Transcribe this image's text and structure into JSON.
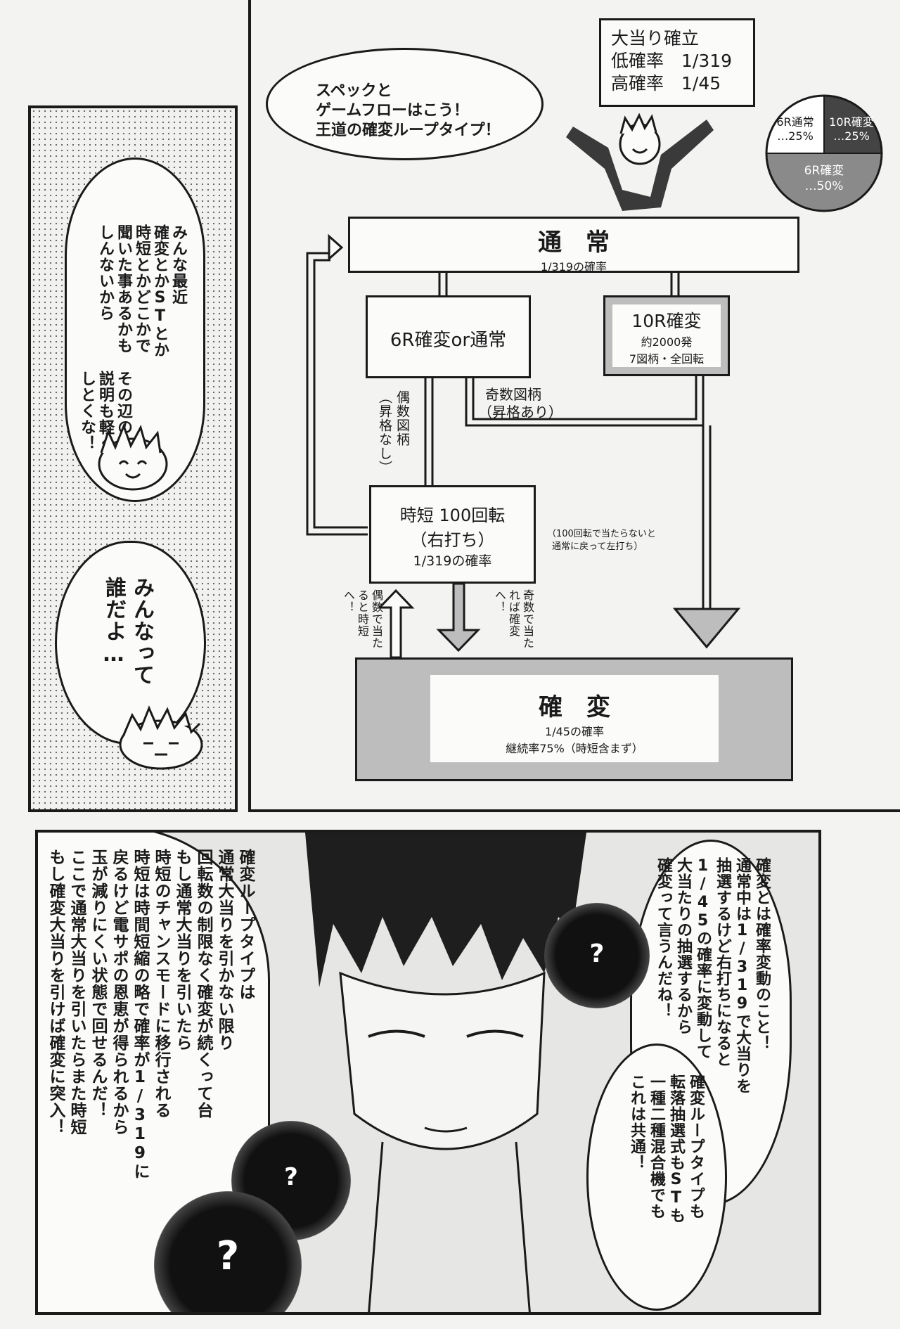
{
  "left_panel": {
    "bubble1_lines": [
      "みんな最近",
      "確変とかSTとか",
      "時短とかどこかで",
      "聞いた事あるかも",
      "しんないから",
      "",
      "その辺の",
      "説明も軽く",
      "しとくな！"
    ],
    "bubble2_lines": [
      "みんなって",
      "誰だよ…"
    ]
  },
  "top_right": {
    "speech_lines": [
      "スペックと",
      "ゲームフローはこう！",
      "王道の確変ループタイプ！"
    ],
    "spec_box": {
      "title": "大当り確立",
      "rows": [
        {
          "label": "低確率",
          "value": "1/319"
        },
        {
          "label": "高確率",
          "value": "1/45"
        }
      ]
    },
    "pie": {
      "slices": [
        {
          "label": "6R通常",
          "value_label": "…25%",
          "value": 25,
          "color": "#ffffff"
        },
        {
          "label": "10R確変",
          "value_label": "…25%",
          "value": 25,
          "color": "#444444"
        },
        {
          "label": "6R確変",
          "value_label": "…50%",
          "value": 50,
          "color": "#8a8a8a"
        }
      ]
    }
  },
  "flow": {
    "normal": {
      "title": "通　常",
      "sub": "1/319の確率"
    },
    "r6": {
      "title": "6R確変or通常"
    },
    "r10": {
      "title": "10R確変",
      "line1": "約2000発",
      "line2": "7図柄・全回転"
    },
    "odd": {
      "line1": "奇数図柄",
      "line2": "（昇格あり）"
    },
    "even": "偶数図柄",
    "even_note": "（昇格なし）",
    "jitan": {
      "line1": "時短 100回転",
      "line2": "（右打ち）",
      "line3": "1/319の確率"
    },
    "jitan_note": [
      "（100回転で当たらないと",
      "通常に戻って左打ち）"
    ],
    "odd_hit": "奇数で当たれば確変へ！",
    "even_hit": "偶数で当たると時短へ！",
    "kakuhen": {
      "title": "確　変",
      "line1": "1/45の確率",
      "line2": "継続率75%（時短含まず）"
    }
  },
  "bottom_panel": {
    "left_text": [
      "確変ループタイプは",
      "通常大当りを引かない限り",
      "回転数の制限なく確変が続くって台",
      "もし通常大当りを引いたら",
      "時短のチャンスモードに移行される",
      "時短は時間短縮の略で確率が1/319に",
      "戻るけど電サポの恩恵が得られるから",
      "玉が減りにくい状態で回せるんだ！",
      "ここで通常大当りを引いたらまた時短",
      "もし確変大当りを引けば確変に突入！"
    ],
    "right_text": [
      "確変とは確率変動のこと！",
      "通常中は1/319で大当りを",
      "抽選するけど右打ちになると",
      "1/45の確率に変動して",
      "大当たりの抽選するから",
      "確変って言うんだね！"
    ],
    "right_text2": [
      "確変ループタイプも",
      "転落抽選式もSTも",
      "一種二種混合機でも",
      "これは共通！"
    ],
    "q_marks": [
      "?",
      "?",
      "?"
    ]
  }
}
